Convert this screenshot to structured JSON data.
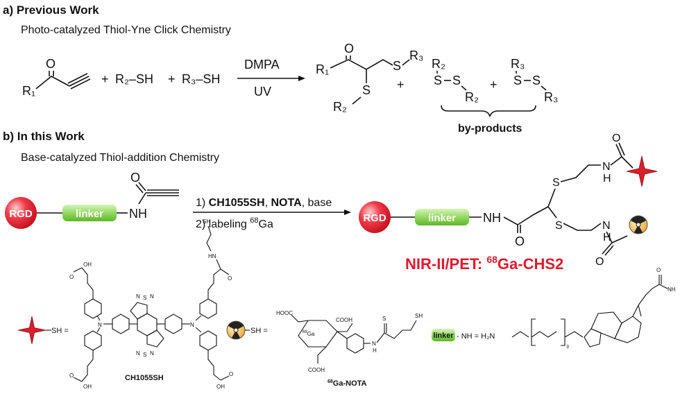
{
  "section_a": {
    "heading": "a) Previous Work",
    "subtitle": "Photo-catalyzed Thiol-Yne Click Chemistry",
    "reactant_plus_1": "+",
    "reactant_2": "R₂–SH",
    "reactant_plus_2": "+",
    "reactant_3": "R₃–SH",
    "condition_top": "DMPA",
    "condition_bottom": "UV",
    "r1": "R₁",
    "o": "O",
    "product_r1": "R₁",
    "product_o": "O",
    "product_s_top": "S",
    "product_r3": "R₃",
    "product_s_bottom": "S",
    "product_r2": "R₂",
    "plus_3": "+",
    "plus_4": "+",
    "bp1_r2": "R₂",
    "bp1_s1": "S",
    "bp1_s2": "S",
    "bp1_r2b": "R₂",
    "bp2_r3": "R₃",
    "bp2_s1": "S",
    "bp2_s2": "S",
    "bp2_r3b": "R₃",
    "byproducts_label": "by-products"
  },
  "section_b": {
    "heading": "b) In this Work",
    "subtitle": "Base-catalyzed Thiol-addition Chemistry",
    "rgd": "RGD",
    "linker": "linker",
    "nh": "NH",
    "o": "O",
    "step1_prefix": "1) ",
    "step1_bold1": "CH1055SH",
    "step1_sep": ", ",
    "step1_bold2": "NOTA",
    "step1_suffix": ", base",
    "step2_prefix": "2) labeling ",
    "step2_sup": "68",
    "step2_suffix": "Ga",
    "product_rgd": "RGD",
    "product_linker": "linker",
    "product_nh": "NH",
    "product_o": "O",
    "product_s1": "S",
    "product_s2": "S",
    "product_nh_top": "N",
    "product_h_top": "H",
    "product_o_top": "O",
    "product_nh_bottom": "N",
    "product_h_bottom": "H",
    "product_o_bottom": "O",
    "probe_label_prefix": "NIR-II/PET: ",
    "probe_label_sup": "68",
    "probe_label_suffix": "Ga-CHS2",
    "probe_color": "#e0182e"
  },
  "legend": {
    "sh_eq_1": "SH =",
    "ch1055_name": "CH1055SH",
    "sh_eq_2": "SH =",
    "nota_name_sup": "68",
    "nota_name": "Ga-NOTA",
    "nota_hooc1": "HOOC",
    "nota_cooh": "COOH",
    "nota_ga_sup": "68",
    "nota_ga": "Ga",
    "nota_n": "N",
    "nota_s": "S",
    "nota_sh": "SH",
    "nota_nh": "N",
    "nota_h": "H",
    "nota_cooh2": "COOH",
    "linker_label": "linker",
    "linker_eq": "- NH = H₂N",
    "linker_n_sub": "3",
    "oh": "OH",
    "nh2": "NH",
    "o": "O"
  },
  "colors": {
    "rgd_sphere": "#e8283c",
    "linker_box": "#8ed65a",
    "star": "#d81f2a",
    "radiation": "#f0b23a"
  }
}
